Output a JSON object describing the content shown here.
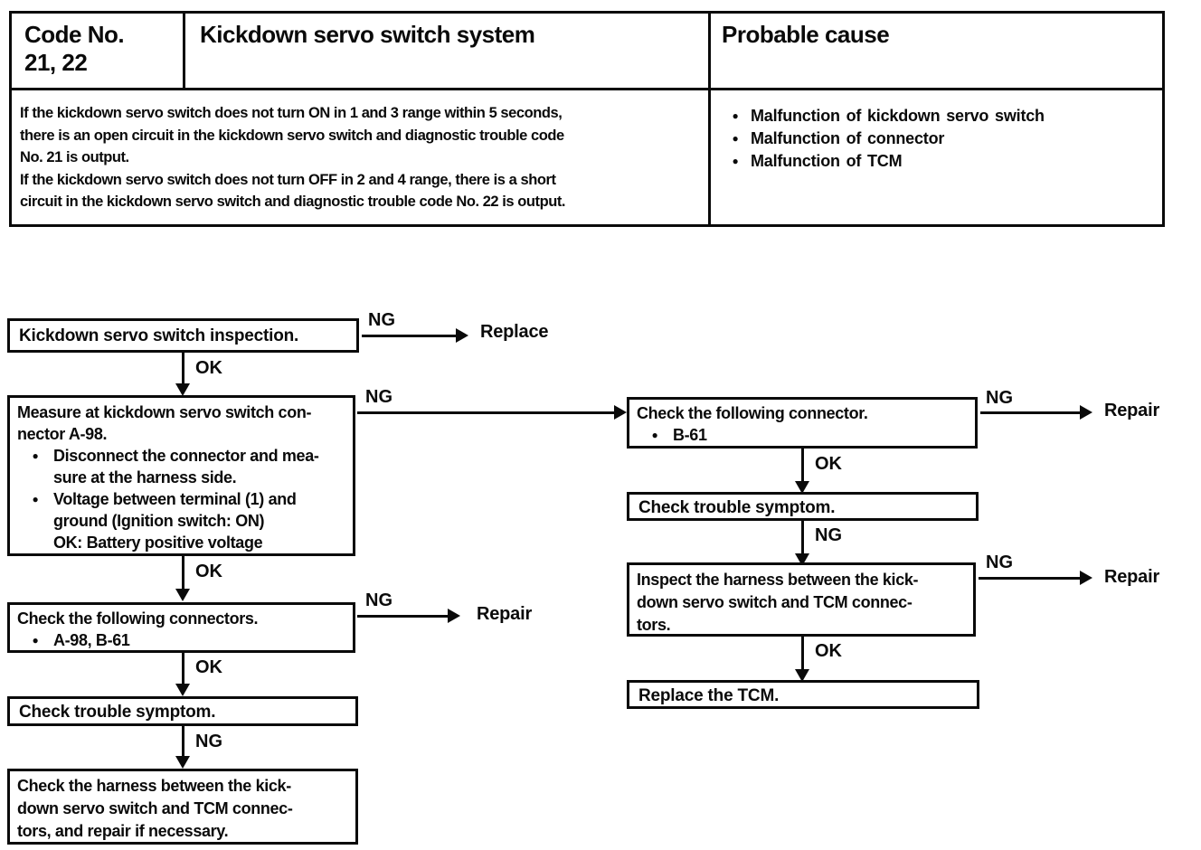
{
  "icons": {
    "bullet": "●"
  },
  "labels": {
    "ng": "NG",
    "ok": "OK",
    "replace": "Replace",
    "repair": "Repair"
  },
  "dtc_table": {
    "code_label": "Code No.",
    "code_value": "21, 22",
    "system_title": "Kickdown servo switch system",
    "probable_cause_title": "Probable cause",
    "description_lines": [
      "If the kickdown servo switch does not turn ON in 1 and 3 range within 5 seconds,",
      "there is an open circuit in the kickdown servo switch and diagnostic trouble code",
      "No. 21 is output.",
      "If the kickdown servo switch does not turn OFF in 2 and 4 range, there is a short",
      "circuit in the kickdown servo switch and diagnostic trouble code No. 22 is output."
    ],
    "probable_causes": [
      "Malfunction of kickdown servo switch",
      "Malfunction of connector",
      "Malfunction of TCM"
    ]
  },
  "flowchart": {
    "left": {
      "step1": {
        "title": "Kickdown servo switch inspection."
      },
      "step2": {
        "title_lines": [
          "Measure at kickdown servo switch con-",
          "nector A-98."
        ],
        "bullet1_lines": [
          "Disconnect the connector and mea-",
          "sure at the harness side."
        ],
        "bullet2_lines": [
          "Voltage between terminal (1) and",
          "ground (Ignition switch: ON)",
          "OK: Battery positive voltage"
        ]
      },
      "step3": {
        "title": "Check the following connectors.",
        "bullet": "A-98, B-61"
      },
      "step4": {
        "title": "Check trouble symptom."
      },
      "step5": {
        "lines": [
          "Check the harness between the kick-",
          "down servo switch and TCM connec-",
          "tors, and repair if necessary."
        ]
      }
    },
    "right": {
      "step1": {
        "title": "Check the following connector.",
        "bullet": "B-61"
      },
      "step2": {
        "title": "Check trouble symptom."
      },
      "step3": {
        "lines": [
          "Inspect the harness between the kick-",
          "down servo switch and TCM connec-",
          "tors."
        ]
      },
      "step4": {
        "title": "Replace the TCM."
      }
    }
  }
}
